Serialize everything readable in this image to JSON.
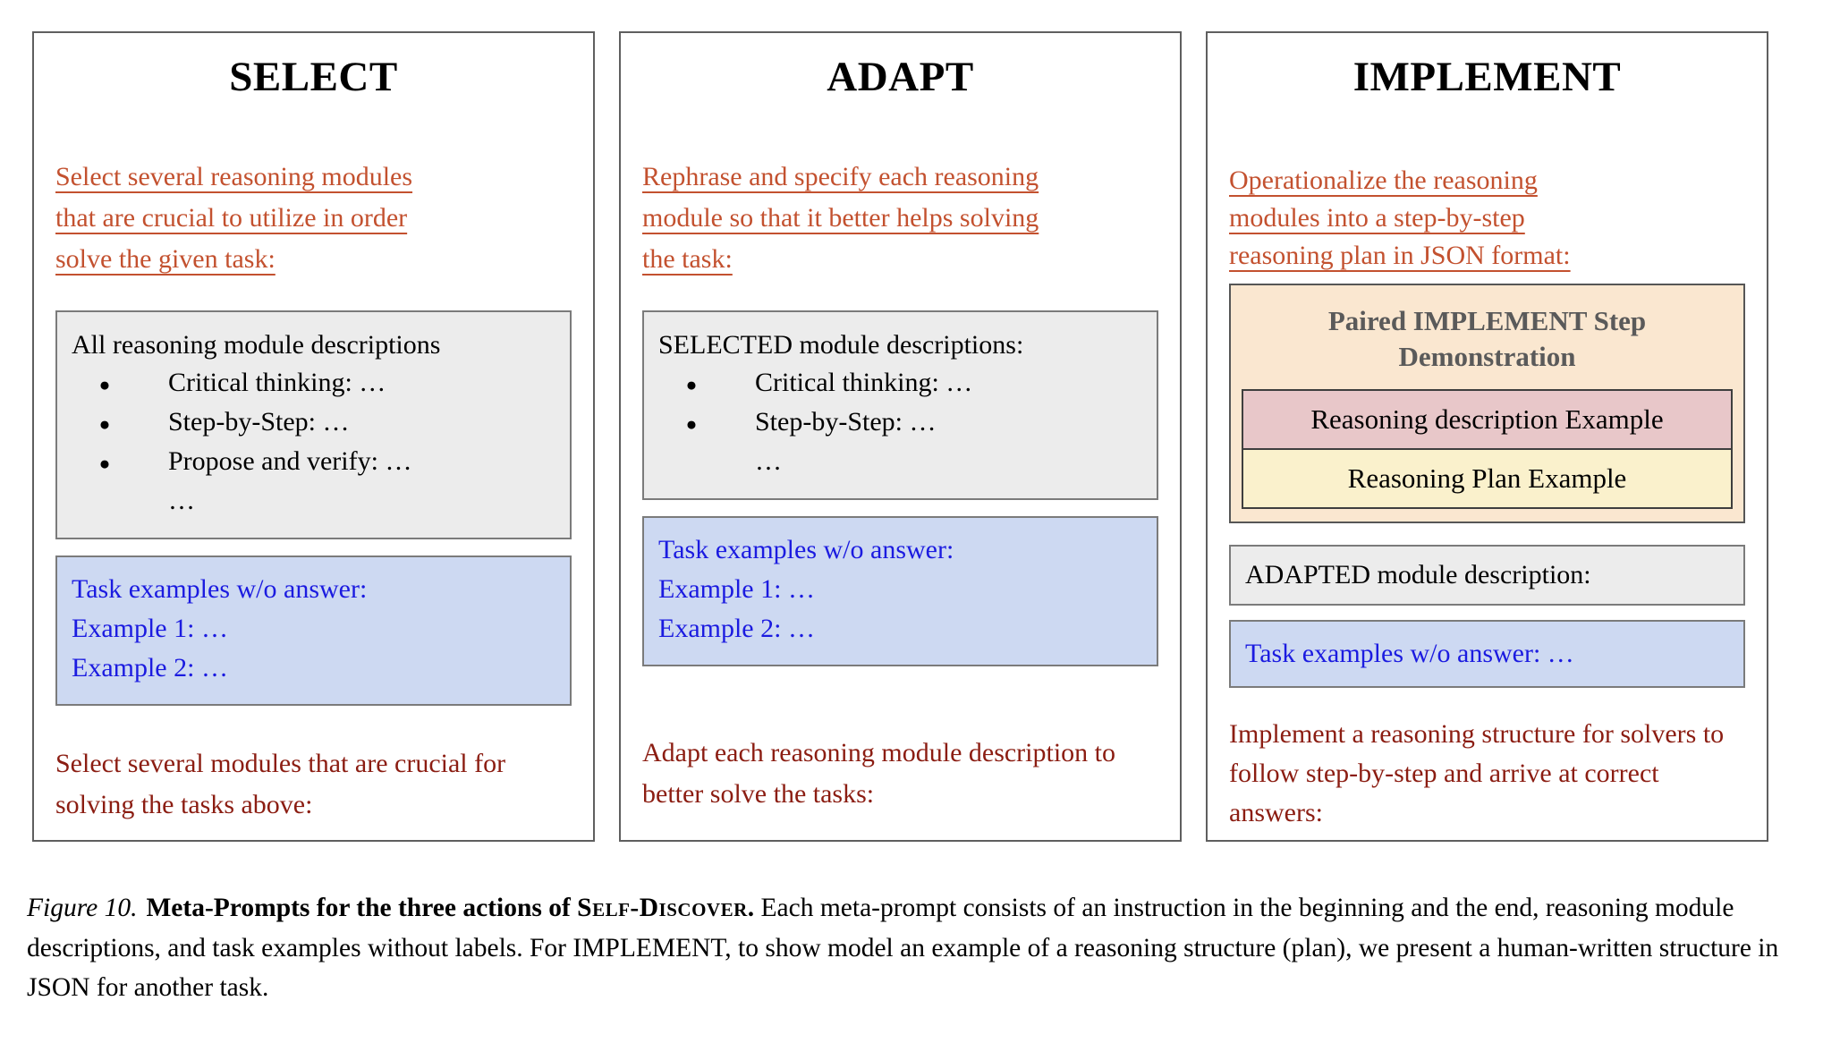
{
  "figure": {
    "panels": [
      {
        "title": "SELECT",
        "top_instruction": [
          "Select several reasoning modules",
          "that are crucial to utilize in order",
          "solve the given task:"
        ],
        "modules_box": {
          "header": "All reasoning module descriptions",
          "bullet_char": "●",
          "items": [
            "Critical thinking: …",
            "Step-by-Step: …",
            "Propose and verify: …"
          ],
          "more": "…"
        },
        "examples_box": {
          "lines": [
            "Task examples w/o answer:",
            "Example 1: …",
            "Example 2: …"
          ]
        },
        "bottom_instruction": "Select several modules that are crucial for solving the tasks above:"
      },
      {
        "title": "ADAPT",
        "top_instruction": [
          "Rephrase and specify each reasoning",
          "module so that it better helps solving",
          "the task:"
        ],
        "modules_box": {
          "header": "SELECTED module descriptions:",
          "bullet_char": "●",
          "items": [
            "Critical thinking: …",
            "Step-by-Step: …"
          ],
          "more": "…"
        },
        "examples_box": {
          "lines": [
            "Task examples w/o answer:",
            "Example 1: …",
            "Example 2: …"
          ]
        },
        "bottom_instruction": "Adapt each reasoning module description to better solve the tasks:"
      },
      {
        "title": "IMPLEMENT",
        "top_instruction": [
          "Operationalize the reasoning",
          "modules into a step-by-step",
          "reasoning plan in JSON format:"
        ],
        "demo_box": {
          "header": "Paired IMPLEMENT Step Demonstration",
          "description_label": "Reasoning description Example",
          "plan_label": "Reasoning Plan Example"
        },
        "adapted_box": {
          "label": "ADAPTED module description:"
        },
        "examples_box": {
          "lines": [
            "Task examples w/o answer: …"
          ]
        },
        "bottom_instruction": "Implement a reasoning structure for solvers to follow step-by-step and arrive at correct answers:"
      }
    ],
    "caption": {
      "figure_label": "Figure 10.",
      "bold_lead": "Meta-Prompts for the three actions of ",
      "method_name": "Self-Discover",
      "bold_period": ".",
      "body": " Each meta-prompt consists of an instruction in the beginning and the end, reasoning module descriptions, and task examples without labels. For IMPLEMENT, to show model an example of a reasoning structure (plan), we present a human-written structure in JSON for another task."
    },
    "colors": {
      "top_instruction_text": "#C3512F",
      "bottom_instruction_text": "#8B1D12",
      "examples_text": "#1B1BE0",
      "examples_bg": "#CDD9F2",
      "modules_bg": "#ECECEC",
      "demo_bg": "#FAE7D0",
      "demo_description_bg": "#E8C7C9",
      "demo_plan_bg": "#FAF1CC",
      "panel_border": "#5F5F5F"
    }
  }
}
